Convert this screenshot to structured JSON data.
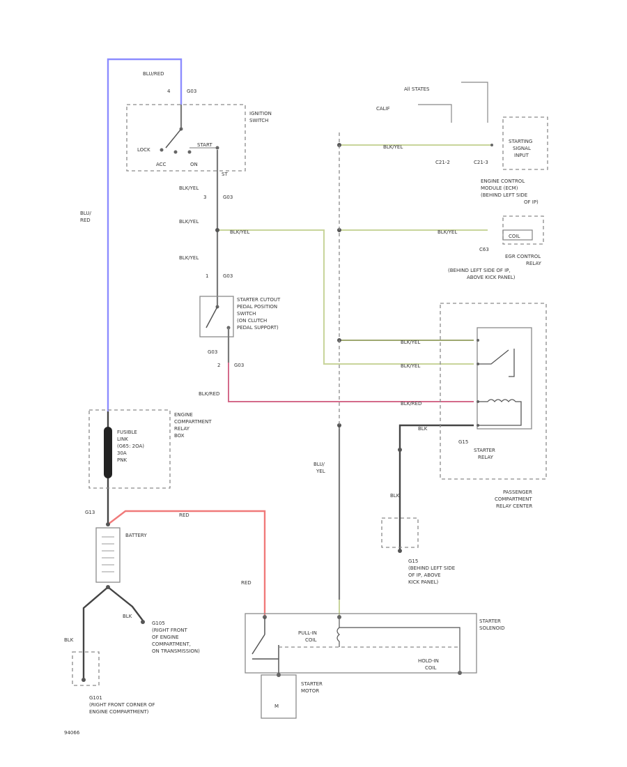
{
  "colors": {
    "blu_red_wire": "#8c8cff",
    "blk_red_wire": "#d46a8a",
    "red_wire": "#f07a7a",
    "blk_yel_wire": "#c8d49a",
    "blk_yel_wire_dark": "#9ea870",
    "gray_wire": "#7a7a7a"
  },
  "labels": {
    "blu_red_top": "BLU/RED",
    "term_4": "4",
    "g03_top": "G03",
    "ignition_switch": [
      "IGNITION",
      "SWITCH"
    ],
    "ignition_pos": {
      "lock": "LOCK",
      "start": "START",
      "acc": "ACC",
      "on": "ON"
    },
    "st_terminal": "ST",
    "blk_yel_1": "BLK/YEL",
    "term_3": "3",
    "g03_mid": "G03",
    "blk_yel_2": "BLK/YEL",
    "blk_yel_splice": "BLK/YEL",
    "blk_yel_3": "BLK/YEL",
    "term_1": "1",
    "g03_low": "G03",
    "blu_red_side": [
      "BLU/",
      "RED"
    ],
    "starter_cutout": [
      "STARTER CUTOUT",
      "PEDAL POSITION",
      "SWITCH",
      "(ON CLUTCH",
      "PEDAL SUPPORT)"
    ],
    "g03_a": "G03",
    "term_2": "2",
    "g03_b": "G03",
    "blk_red_left": "BLK/RED",
    "all_states": "All STATES",
    "calif": "CALIF",
    "blk_yel_ecm": "BLK/YEL",
    "c21_2": "C21-2",
    "c21_3": "C21-3",
    "ecm_box": [
      "STARTING",
      "SIGNAL",
      "INPUT"
    ],
    "ecm": [
      "ENGINE CONTROL",
      "MODULE (ECM)",
      "(BEHIND LEFT SIDE",
      "OF IP)"
    ],
    "blk_yel_egr": "BLK/YEL",
    "coil": "COIL",
    "c63": "C63",
    "egr_relay": [
      "EGR CONTROL",
      "RELAY",
      "(BEHIND LEFT SIDE OF IP,",
      "ABOVE KICK PANEL)"
    ],
    "relay_wire_1": "BLK/YEL",
    "relay_wire_2": "BLK/YEL",
    "relay_wire_3": "BLK/RED",
    "blk_relay": "BLK",
    "g15": "G15",
    "starter_relay": [
      "STARTER",
      "RELAY"
    ],
    "passenger_center": [
      "PASSENGER",
      "COMPARTMENT",
      "RELAY CENTER"
    ],
    "blu_yel": [
      "BLU/",
      "YEL"
    ],
    "fusible_link": [
      "FUSIBLE",
      "LINK",
      "(G65: 2OA)",
      "30A",
      "PNK"
    ],
    "engine_relay_box": [
      "ENGINE",
      "COMPARTMENT",
      "RELAY",
      "BOX"
    ],
    "g13": "G13",
    "red_top": "RED",
    "battery": "BATTERY",
    "red_side": "RED",
    "blk_g": "BLK",
    "g105": [
      "G105",
      "(RIGHT FRONT",
      "OF ENGINE",
      "COMPARTMENT,",
      "ON TRANSMISSION)"
    ],
    "blk_g101": "BLK",
    "g101": [
      "G101",
      "(RIGHT FRONT CORNER OF",
      "ENGINE COMPARTMENT)"
    ],
    "g15_box": "G15",
    "g15_note": [
      "(BEHIND LEFT SIDE",
      "OF IP, ABOVE",
      "KICK PANEL)"
    ],
    "starter_solenoid": [
      "STARTER",
      "SOLENOID"
    ],
    "pull_in": [
      "PULL-IN",
      "COIL"
    ],
    "hold_in": [
      "HOLD-IN",
      "COIL"
    ],
    "starter_motor": [
      "STARTER",
      "MOTOR"
    ],
    "motor_m": "M",
    "footer": "94066"
  }
}
